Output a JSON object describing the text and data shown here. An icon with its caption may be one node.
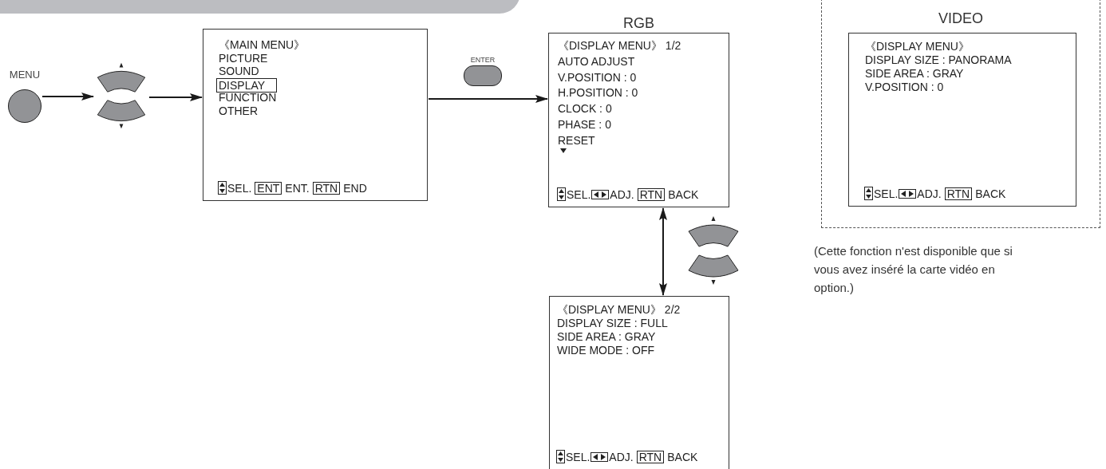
{
  "diagram": {
    "nodes": [
      {
        "text": [
          "MENU"
        ]
      },
      {
        "text": [],
        "shape": "picture"
      },
      {
        "text": [
          "《MAIN MENU》",
          "PICTURE",
          "SOUND",
          "DISPLAY",
          "FUNCTION",
          "OTHER",
          "SEL.",
          "ENT",
          "ENT.",
          "RTN",
          "END"
        ]
      },
      {
        "text": [
          "ENTER"
        ]
      },
      {
        "text": [
          "RGB",
          "《DISPLAY MENU》 1/2",
          "AUTO ADJUST",
          "V.POSITION : 0",
          "H.POSITION : 0",
          "CLOCK : 0",
          "PHASE : 0",
          "RESET",
          "SEL.",
          "ADJ.",
          "RTN",
          "BACK"
        ]
      },
      {
        "text": [],
        "shape": "picture"
      },
      {
        "text": [
          "《DISPLAY MENU》 2/2",
          "DISPLAY SIZE : FULL",
          "SIDE AREA : GRAY",
          "WIDE MODE : OFF",
          "SEL.",
          "ADJ.",
          "RTN",
          "BACK"
        ]
      },
      {
        "text": [
          "VIDEO"
        ]
      },
      {
        "text": [
          "《DISPLAY MENU》",
          "DISPLAY SIZE : PANORAMA",
          "SIDE AREA : GRAY",
          "V.POSITION : 0",
          "SEL.",
          "ADJ.",
          "RTN",
          "BACK"
        ],
        "in": 7
      }
    ],
    "edges": [
      {
        "from": 0,
        "to": 1,
        "arrow": "to"
      },
      {
        "from": 1,
        "to": 2,
        "arrow": "to"
      },
      {
        "from": 2,
        "to": 4,
        "arrow": "to"
      },
      {
        "from": 4,
        "to": 6,
        "arrow": "both"
      }
    ],
    "labels": [
      "(Cette fonction n'est disponible que si vous avez inséré la carte vidéo en option.)"
    ]
  }
}
